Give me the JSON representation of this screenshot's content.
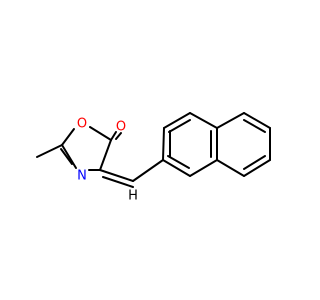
{
  "molecule": {
    "atoms": {
      "o_carbonyl": {
        "symbol": "O",
        "color": "#ff0000"
      },
      "o_ring": {
        "symbol": "O",
        "color": "#ff0000"
      },
      "n_ring": {
        "symbol": "N",
        "color": "#0000ff"
      },
      "h_vinyl": {
        "symbol": "H",
        "color": "#000000"
      }
    }
  }
}
